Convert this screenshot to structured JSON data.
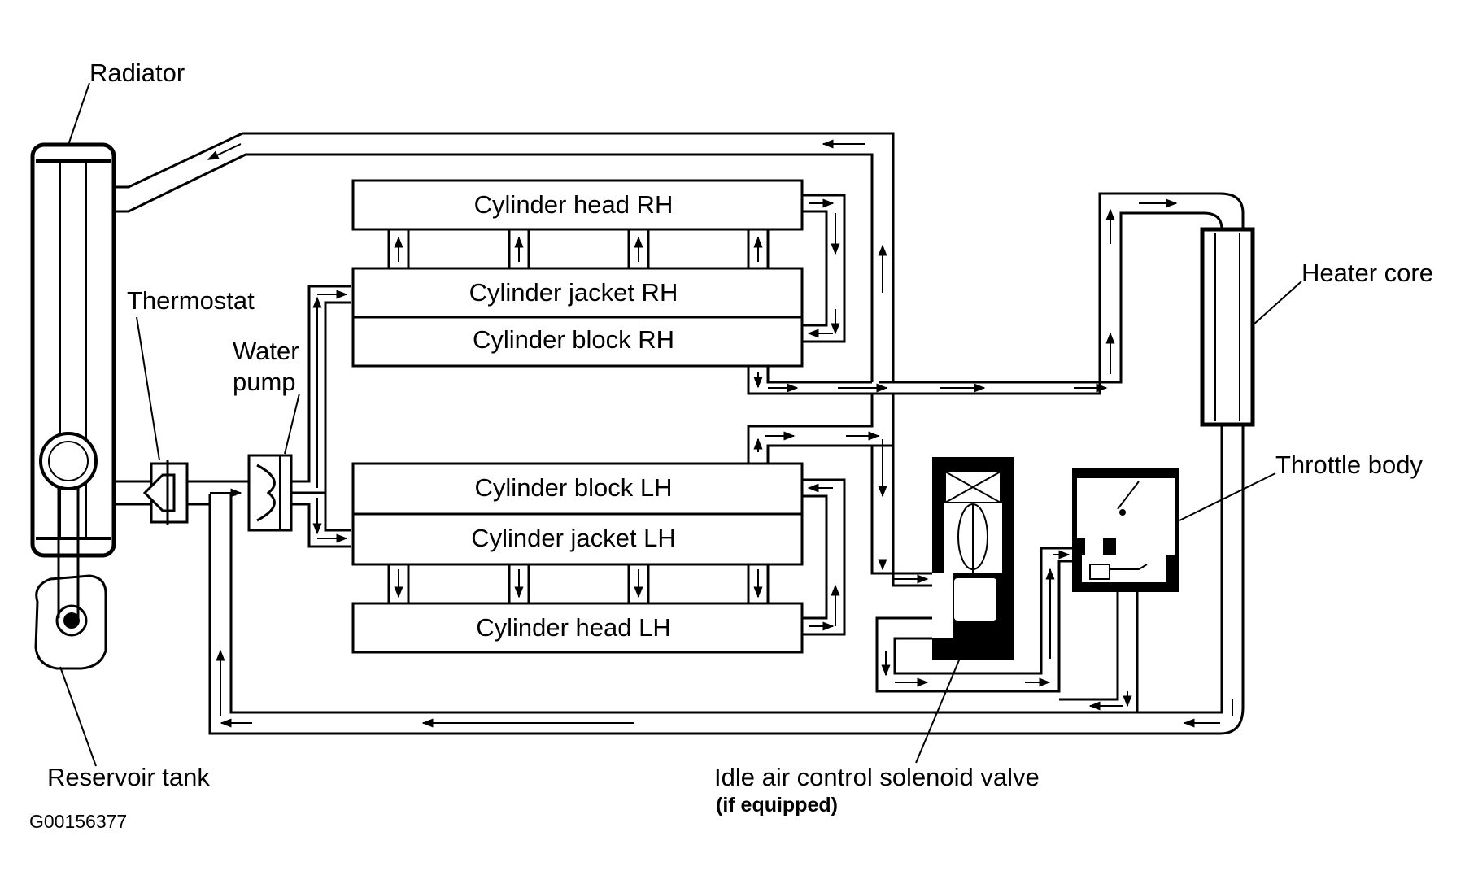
{
  "labels": {
    "radiator": "Radiator",
    "thermostat": "Thermostat",
    "water_pump_1": "Water",
    "water_pump_2": "pump",
    "reservoir": "Reservoir tank",
    "heater_core": "Heater core",
    "throttle_body": "Throttle body",
    "iac_valve": "Idle air control solenoid valve",
    "iac_note": "(if equipped)",
    "figure_code": "G00156377"
  },
  "boxes": {
    "head_rh": "Cylinder head RH",
    "jacket_rh": "Cylinder jacket RH",
    "block_rh": "Cylinder block RH",
    "block_lh": "Cylinder block LH",
    "jacket_lh": "Cylinder jacket LH",
    "head_lh": "Cylinder head LH"
  }
}
